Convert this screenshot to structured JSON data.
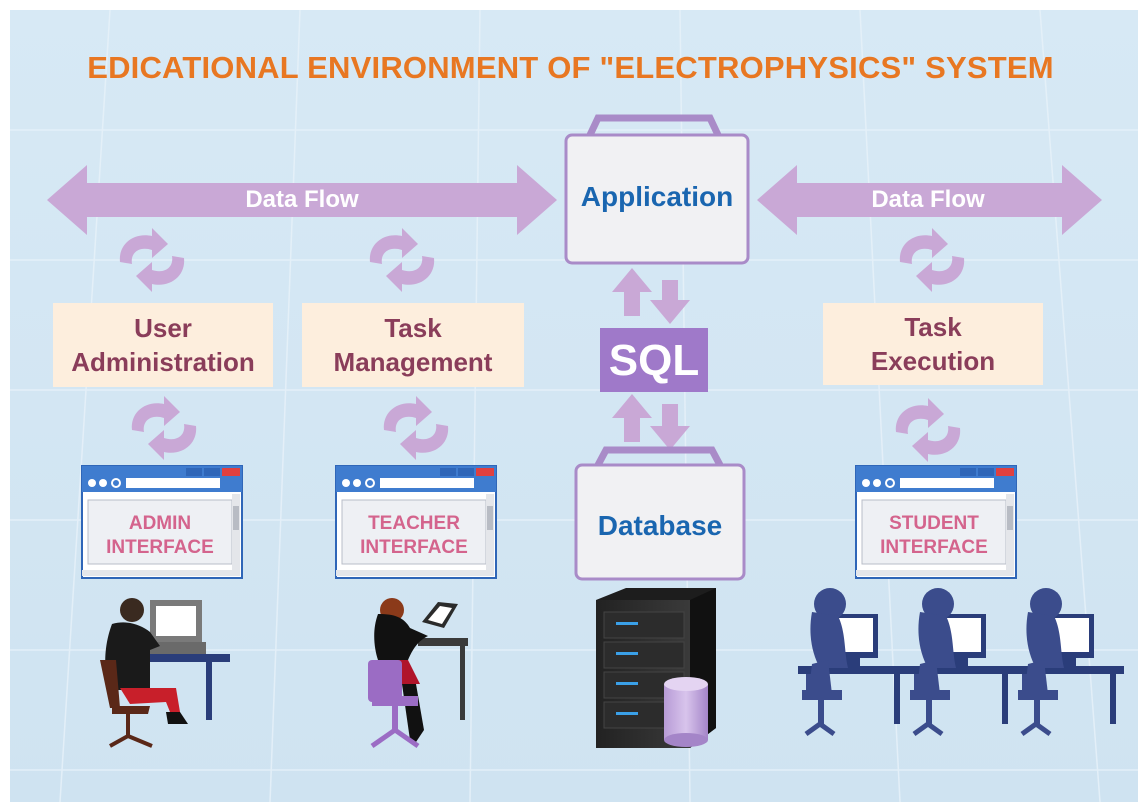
{
  "title": "EDICATIONAL ENVIRONMENT OF \"ELECTROPHYSICS\" SYSTEM",
  "data_flow_left": "Data Flow",
  "data_flow_right": "Data Flow",
  "application": "Application",
  "database": "Database",
  "sql": "SQL",
  "modules": {
    "user_admin": [
      "User",
      "Administration"
    ],
    "task_management": [
      "Task",
      "Management"
    ],
    "task_execution": [
      "Task",
      "Execution"
    ]
  },
  "interfaces": {
    "admin": [
      "ADMIN",
      "INTERFACE"
    ],
    "teacher": [
      "TEACHER",
      "INTERFACE"
    ],
    "student": [
      "STUDENT",
      "INTERFACE"
    ]
  },
  "colors": {
    "background": "#d4e6f3",
    "title": "#e87722",
    "arrow": "#c9a8d6",
    "box_label": "#1a66b0",
    "module_bg": "#fdeedd",
    "module_text": "#8a3d5a",
    "sql_bg": "#9f79c9",
    "interface_text": "#d4648d"
  },
  "icons": [
    "user-admin-person-icon",
    "teacher-person-icon",
    "server-icon",
    "student-group-icon",
    "browser-window-icon",
    "cycle-arrows-icon"
  ]
}
